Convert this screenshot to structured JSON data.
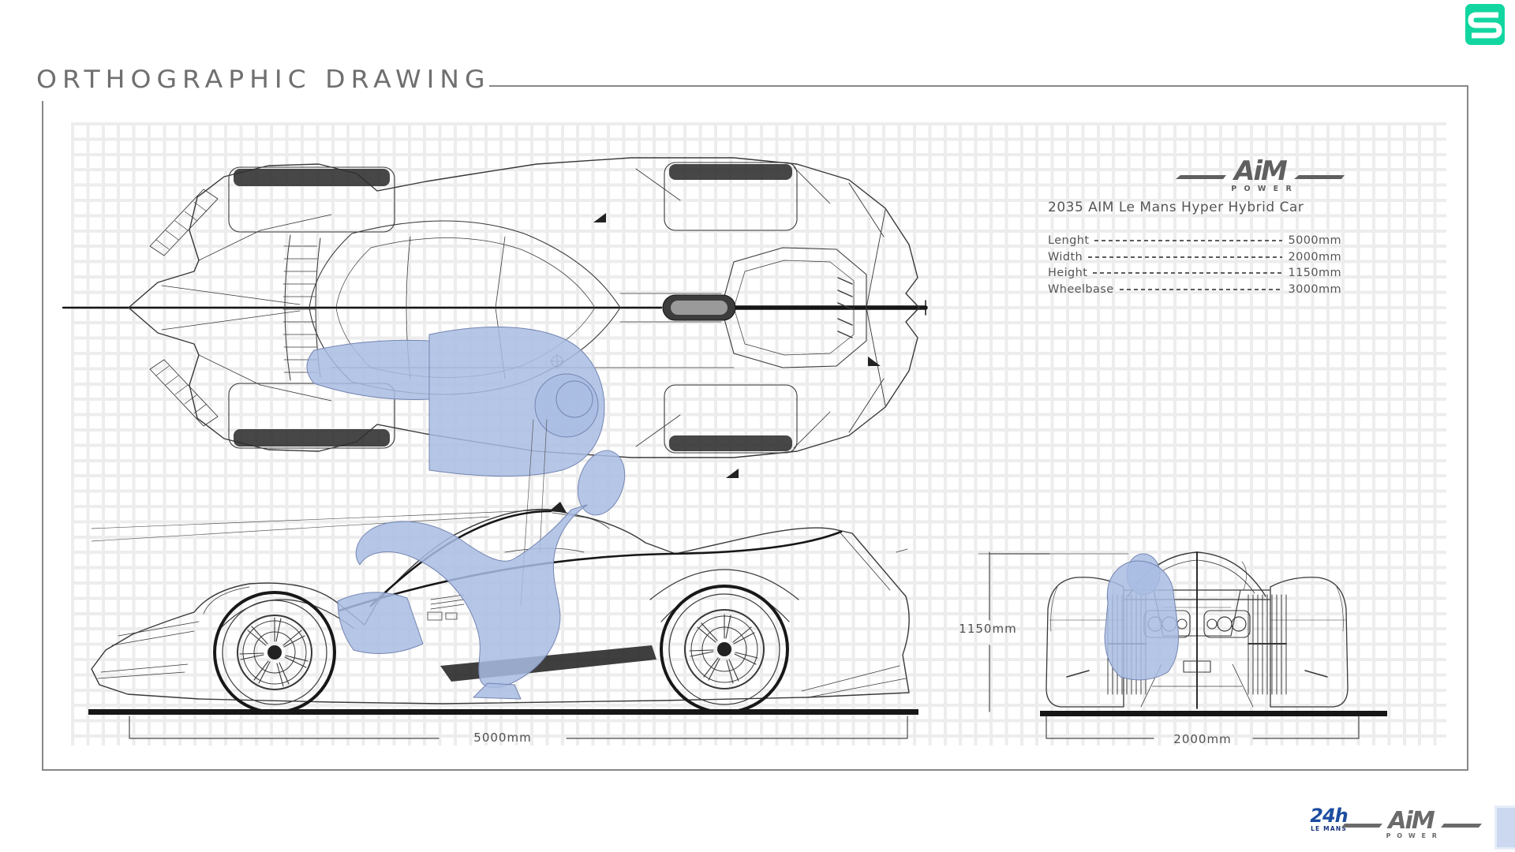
{
  "header": {
    "title": "ORTHOGRAPHIC DRAWING"
  },
  "brand": {
    "s_logo_letter": "S",
    "s_logo_color": "#12d6a0"
  },
  "drawing": {
    "logo": {
      "aim": "AiM",
      "power": "P O W E R"
    },
    "spec": {
      "title": "2035 AIM Le Mans Hyper Hybrid Car",
      "rows": [
        {
          "label": "Lenght",
          "value": "5000mm"
        },
        {
          "label": "Width",
          "value": "2000mm"
        },
        {
          "label": "Height",
          "value": "1150mm"
        },
        {
          "label": "Wheelbase",
          "value": "3000mm"
        }
      ]
    },
    "dimensions": {
      "length": "5000mm",
      "width": "2000mm",
      "height": "1150mm"
    },
    "colors": {
      "driver_blue": "#a9bce3",
      "line_dark": "#2f2f2f",
      "grid": "#ededed"
    }
  },
  "footer": {
    "lemans": {
      "h24": "24h",
      "lemans": "LE MANS",
      "blue": "#1c4da0"
    },
    "aim": {
      "aim": "AiM",
      "power": "P O W E R"
    }
  }
}
